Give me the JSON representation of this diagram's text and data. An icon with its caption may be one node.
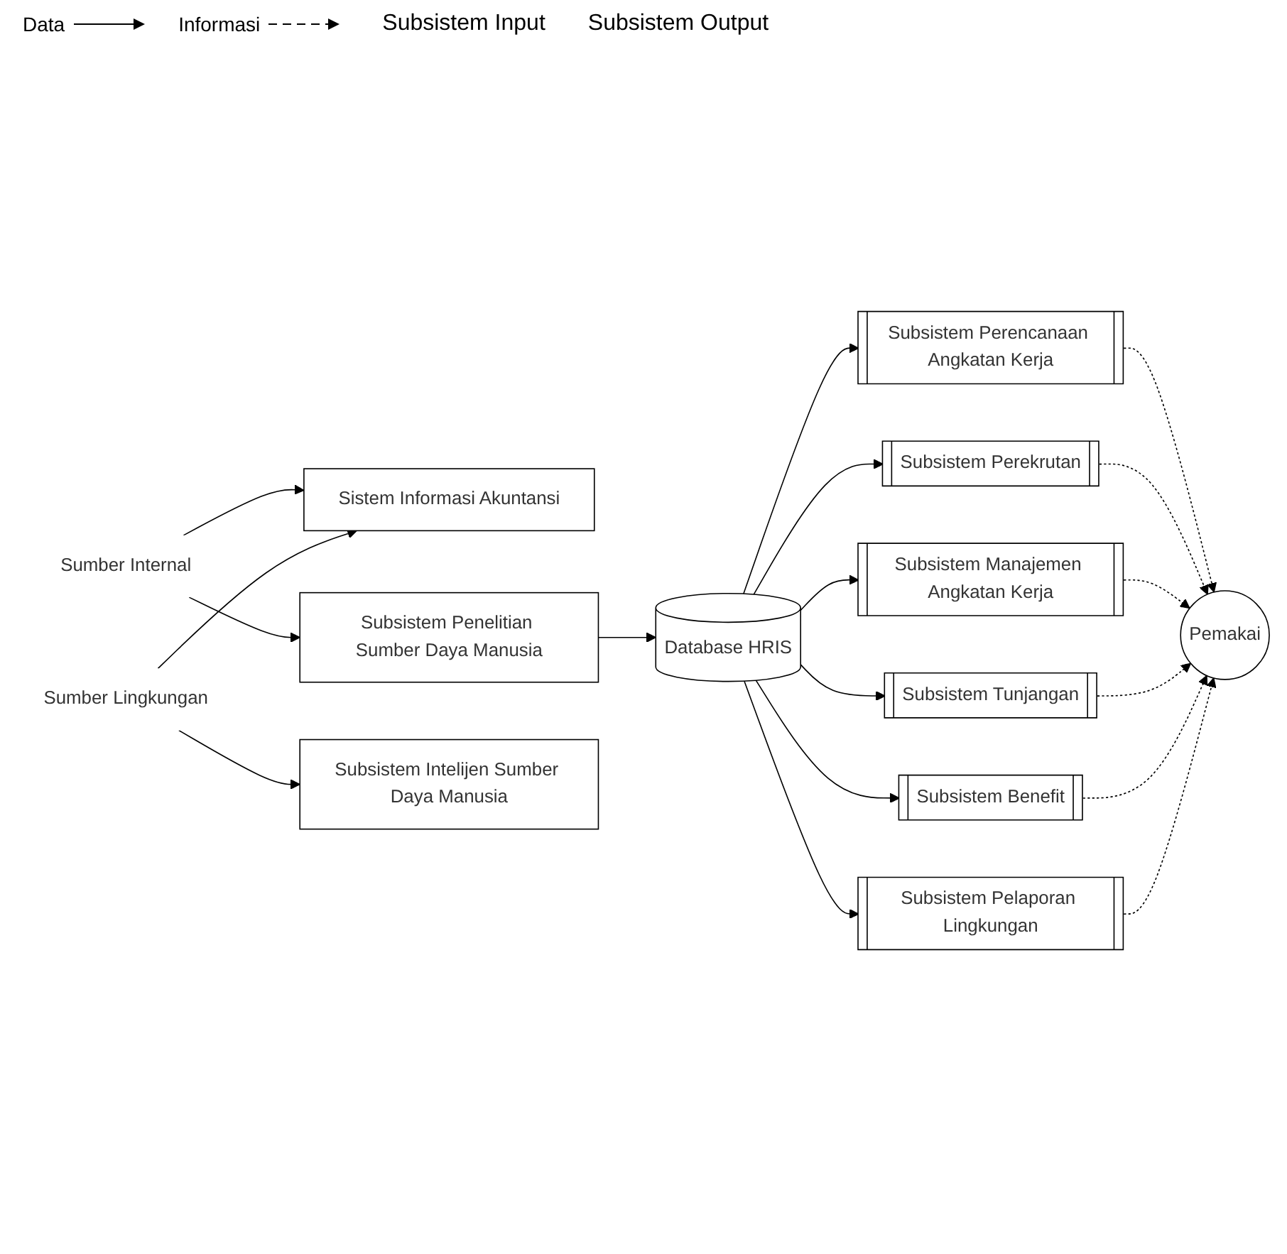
{
  "diagram": {
    "nodes": [
      {
        "text": [
          "Sumber Internal"
        ]
      },
      {
        "text": [
          "Sumber Lingkungan"
        ]
      },
      {
        "text": [
          "Sistem Informasi Akuntansi"
        ]
      },
      {
        "text": [
          "Subsistem Penelitian Sumber Daya Manusia"
        ]
      },
      {
        "text": [
          "Subsistem Intelijen Sumber Daya Manusia"
        ]
      },
      {
        "text": [
          "Database HRIS"
        ]
      },
      {
        "text": [
          "Subsistem Perencanaan Angkatan Kerja"
        ]
      },
      {
        "text": [
          "Subsistem Perekrutan"
        ]
      },
      {
        "text": [
          "Subsistem Manajemen Angkatan Kerja"
        ]
      },
      {
        "text": [
          "Subsistem Tunjangan"
        ]
      },
      {
        "text": [
          "Subsistem Benefit"
        ]
      },
      {
        "text": [
          "Subsistem Pelaporan Lingkungan"
        ]
      },
      {
        "text": [
          "Pemakai"
        ]
      }
    ],
    "edges": [
      {
        "from": 0,
        "to": 2,
        "arrow": "to"
      },
      {
        "from": 0,
        "to": 3,
        "arrow": "to"
      },
      {
        "from": 1,
        "to": 2,
        "arrow": "to"
      },
      {
        "from": 1,
        "to": 4,
        "arrow": "to"
      },
      {
        "from": 3,
        "to": 5,
        "arrow": "to"
      },
      {
        "from": 5,
        "to": 6,
        "arrow": "to"
      },
      {
        "from": 5,
        "to": 7,
        "arrow": "to"
      },
      {
        "from": 5,
        "to": 8,
        "arrow": "to"
      },
      {
        "from": 5,
        "to": 9,
        "arrow": "to"
      },
      {
        "from": 5,
        "to": 10,
        "arrow": "to"
      },
      {
        "from": 5,
        "to": 11,
        "arrow": "to"
      },
      {
        "from": 6,
        "to": 12,
        "arrow": "to",
        "style": "dashed"
      },
      {
        "from": 7,
        "to": 12,
        "arrow": "to",
        "style": "dashed"
      },
      {
        "from": 8,
        "to": 12,
        "arrow": "to",
        "style": "dashed"
      },
      {
        "from": 9,
        "to": 12,
        "arrow": "to",
        "style": "dashed"
      },
      {
        "from": 10,
        "to": 12,
        "arrow": "to",
        "style": "dashed"
      },
      {
        "from": 11,
        "to": 12,
        "arrow": "to",
        "style": "dashed"
      }
    ],
    "labels": [
      "Subsistem Input",
      "Subsistem Output"
    ],
    "legend": [
      {
        "text": "Data"
      },
      {
        "text": "Informasi"
      }
    ]
  }
}
